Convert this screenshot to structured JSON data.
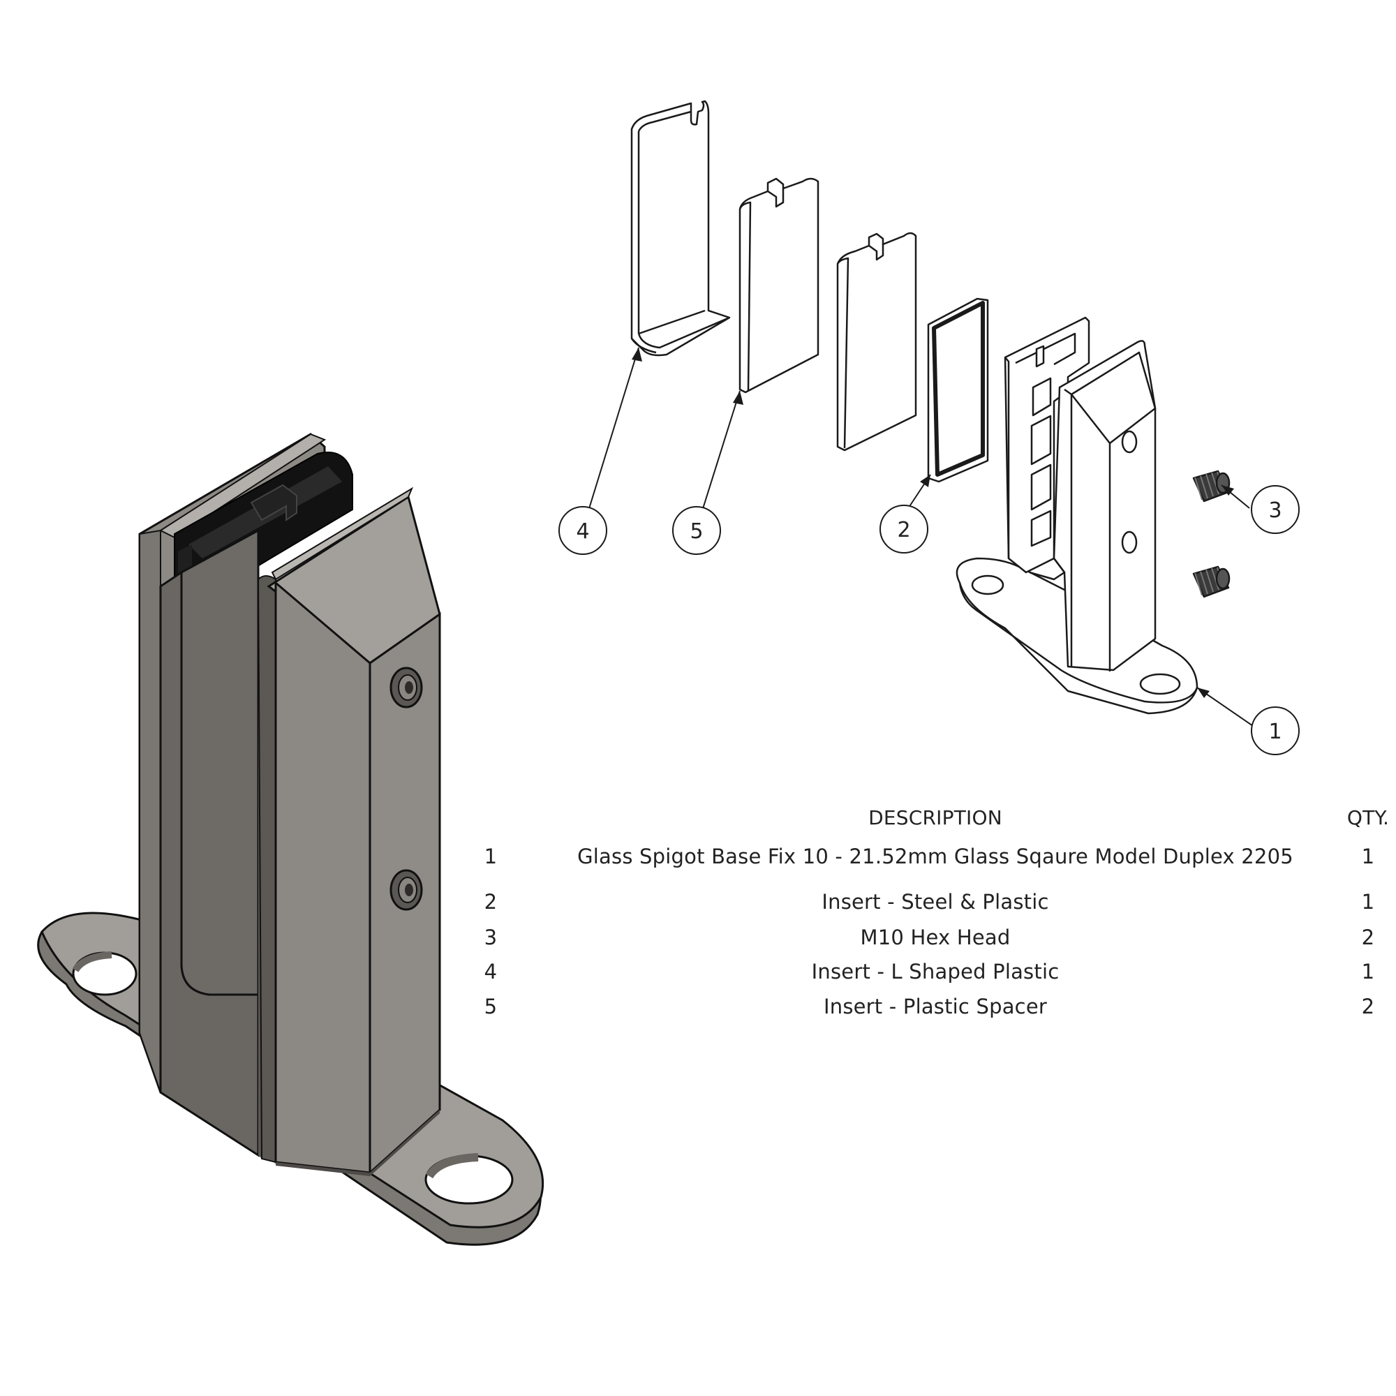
{
  "bom": {
    "headers": {
      "description": "DESCRIPTION",
      "qty": "QTY."
    },
    "rows": [
      {
        "item": "1",
        "description": "Glass Spigot Base Fix 10 - 21.52mm Glass Sqaure Model Duplex 2205",
        "qty": "1"
      },
      {
        "item": "2",
        "description": "Insert - Steel & Plastic",
        "qty": "1"
      },
      {
        "item": "3",
        "description": "M10 Hex Head",
        "qty": "2"
      },
      {
        "item": "4",
        "description": "Insert - L Shaped Plastic",
        "qty": "1"
      },
      {
        "item": "5",
        "description": "Insert - Plastic Spacer",
        "qty": "2"
      }
    ]
  },
  "balloons": [
    "1",
    "2",
    "3",
    "4",
    "5"
  ],
  "colors": {
    "steel_light": "#9e9a95",
    "steel_mid": "#8a8681",
    "steel_dark": "#6a6763",
    "rubber": "#141414",
    "line": "#1a1a1a"
  }
}
